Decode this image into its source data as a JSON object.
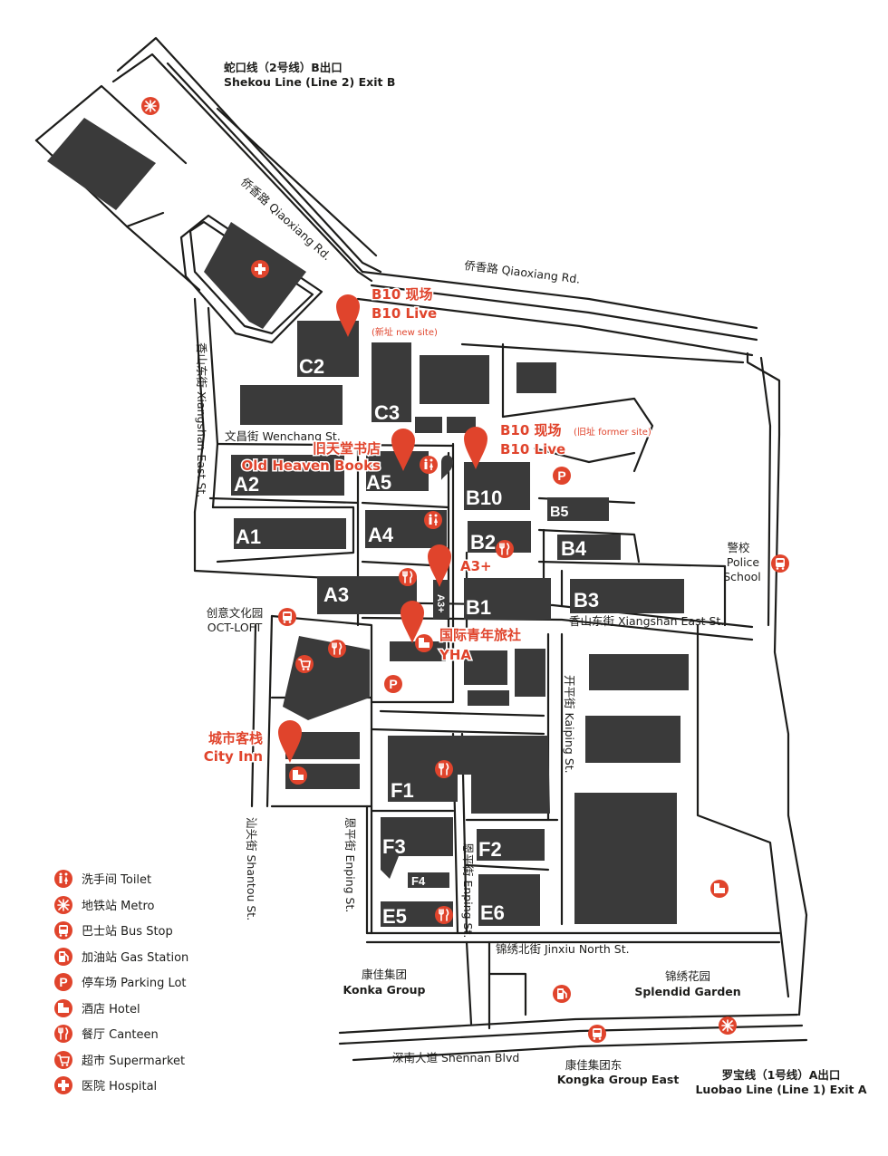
{
  "metro": {
    "shekou": [
      "蛇口线（2号线）B出口",
      "Shekou Line (Line 2) Exit B"
    ],
    "luobao": [
      "罗宝线（1号线）A出口",
      "Luobao Line (Line 1) Exit A"
    ]
  },
  "streets": {
    "qiaoxiang_diag": "侨香路 Qiaoxiang Rd.",
    "qiaoxiang_h": "侨香路 Qiaoxiang Rd.",
    "xiangshan_e_v": "香山东街 Xiangshan East St.",
    "wenchang": "文昌街 Wenchang St.",
    "xiangshan_e_h": "香山东街 Xiangshan East St.",
    "kaiping": "开平街 Kaiping St.",
    "shantou": "汕头街 Shantou St.",
    "enping_1": "恩平街 Enping St.",
    "enping_2": "恩平街 Enping St.",
    "jinxiu_n": "锦绣北街 Jinxiu North St.",
    "shennan": "深南大道 Shennan Blvd"
  },
  "places": {
    "police": [
      "警校",
      "Police",
      "School"
    ],
    "octloft": [
      "创意文化园",
      "OCT-LOFT"
    ],
    "konka": [
      "康佳集团",
      "Konka Group"
    ],
    "splendid": [
      "锦绣花园",
      "Splendid Garden"
    ],
    "konka_east": [
      "康佳集团东",
      "Kongka Group East"
    ]
  },
  "pois": {
    "b10_new": [
      "B10 现场",
      "B10 Live",
      "(新址 new site)"
    ],
    "b10_old": [
      "B10 现场",
      "(旧址 former site)",
      "B10 Live"
    ],
    "old_heaven": [
      "旧天堂书店",
      "Old Heaven Books"
    ],
    "a3plus": "A3+",
    "yha": [
      "国际青年旅社",
      "YHA"
    ],
    "city_inn": [
      "城市客栈",
      "City Inn"
    ]
  },
  "buildings": {
    "C2": "C2",
    "C3": "C3",
    "A2": "A2",
    "A5": "A5",
    "A1": "A1",
    "A4": "A4",
    "A3": "A3",
    "A3p": "A3+",
    "B10": "B10",
    "B5": "B5",
    "B2": "B2",
    "B4": "B4",
    "B1": "B1",
    "B3": "B3",
    "F1": "F1",
    "F3": "F3",
    "F4": "F4",
    "F2": "F2",
    "E5": "E5",
    "E6": "E6"
  },
  "legend": [
    {
      "icon": "toilet-icon",
      "label": "洗手间 Toilet"
    },
    {
      "icon": "metro-icon",
      "label": "地铁站 Metro"
    },
    {
      "icon": "bus-stop-icon",
      "label": "巴士站 Bus Stop"
    },
    {
      "icon": "gas-station-icon",
      "label": "加油站 Gas Station"
    },
    {
      "icon": "parking-icon",
      "label": "停车场 Parking Lot"
    },
    {
      "icon": "hotel-icon",
      "label": "酒店 Hotel"
    },
    {
      "icon": "canteen-icon",
      "label": "餐厅 Canteen"
    },
    {
      "icon": "supermarket-icon",
      "label": "超市 Supermarket"
    },
    {
      "icon": "hospital-icon",
      "label": "医院 Hospital"
    }
  ],
  "colors": {
    "accent": "#e0442c",
    "building": "#3a3a3a",
    "road": "#1d1d1b"
  }
}
